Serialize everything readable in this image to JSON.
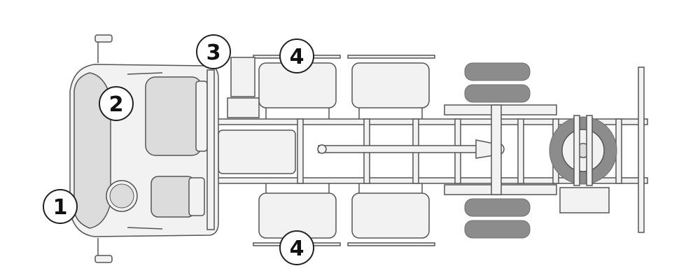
{
  "diagram": {
    "colors": {
      "outline": "#555555",
      "body_fill": "#f2f2f2",
      "part_fill": "#dcdcdc",
      "wheel": "#8c8c8c",
      "callout_fill": "#ffffff",
      "callout_stroke": "#222222",
      "callout_text": "#111111"
    },
    "callouts": [
      {
        "number": "1",
        "meaning": "windscreen"
      },
      {
        "number": "2",
        "meaning": "cab"
      },
      {
        "number": "3",
        "meaning": "mirror"
      },
      {
        "number": "4",
        "meaning": "tank"
      },
      {
        "number": "4",
        "meaning": "tank"
      }
    ]
  }
}
